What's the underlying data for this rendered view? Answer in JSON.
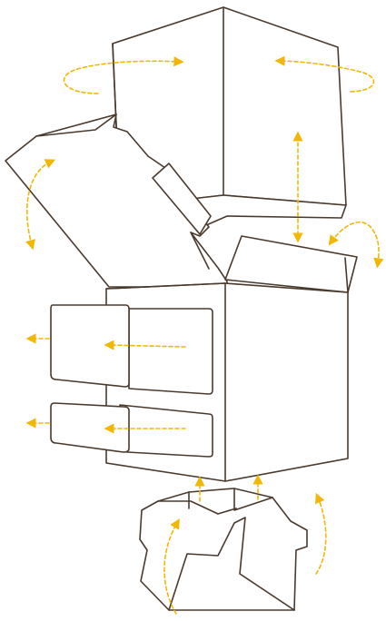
{
  "diagram": {
    "colors": {
      "outline": "#4a3a2e",
      "accent": "#f2b705",
      "background": "#ffffff"
    },
    "parts": [
      "top-lid",
      "left-flap",
      "box-body",
      "window-insert-upper",
      "window-insert-lower",
      "shelf-tray"
    ],
    "motion_arrows": [
      "rotate-lid-left",
      "rotate-lid-right",
      "lift-lid",
      "rotate-right-flap",
      "rotate-left-flap",
      "pull-out-upper",
      "pull-out-lower",
      "push-in-tray",
      "rotate-tray-left",
      "rotate-tray-right"
    ]
  }
}
